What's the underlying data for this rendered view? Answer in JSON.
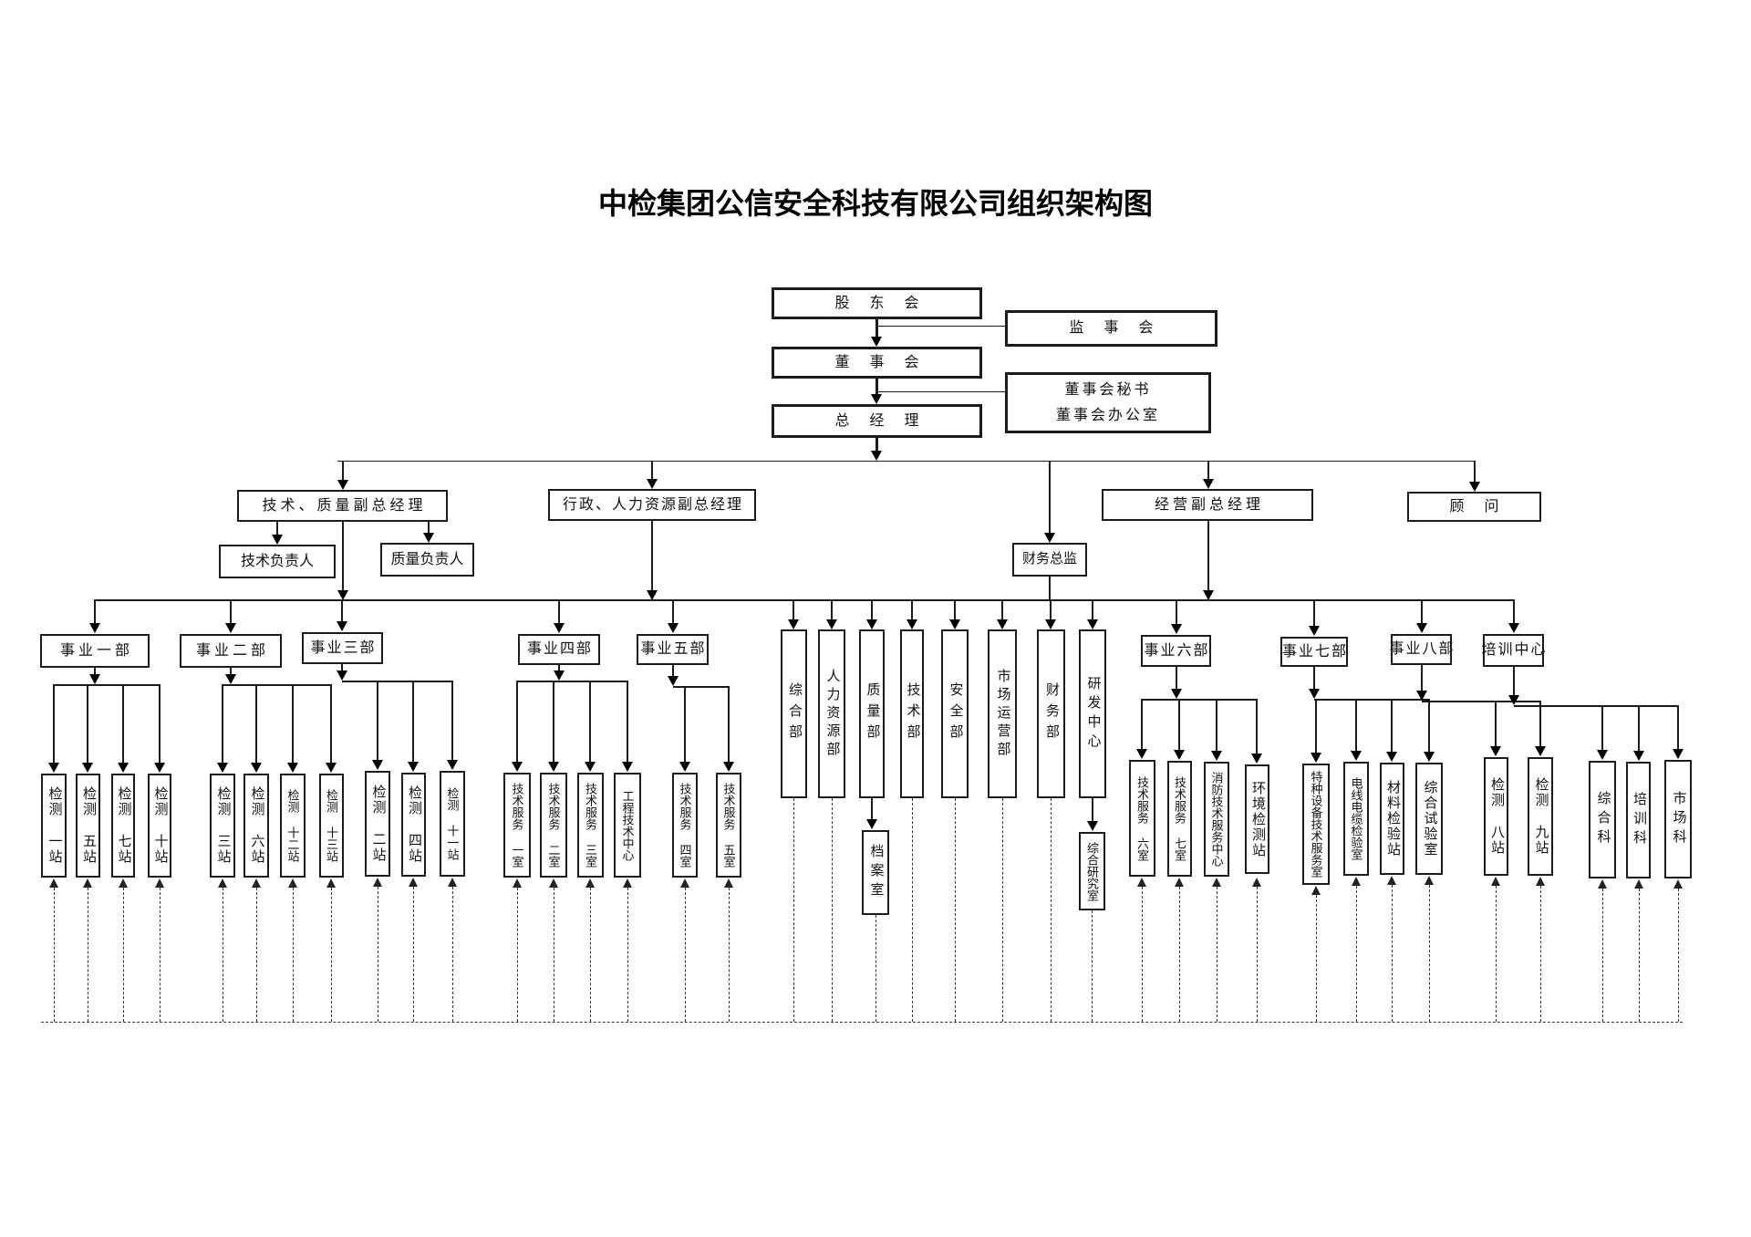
{
  "title": "中检集团公信安全科技有限公司组织架构图",
  "nodes": {
    "shareholders": "股 东 会",
    "supervisors": "监 事 会",
    "board": "董 事 会",
    "board_secretary": "董事会秘书",
    "board_office": "董事会办公室",
    "general_manager": "总 经 理",
    "vgm_tech_quality": "技术、质量副总经理",
    "vgm_admin_hr": "行政、人力资源副总经理",
    "vgm_operations": "经营副总经理",
    "consultant": "顾  问",
    "tech_leader": "技术负责人",
    "quality_leader": "质量负责人",
    "finance_director": "财务总监",
    "division1": "事业一部",
    "division2": "事业二部",
    "division3": "事业三部",
    "division4": "事业四部",
    "division5": "事业五部",
    "division6": "事业六部",
    "division7": "事业七部",
    "division8": "事业八部",
    "training_center": "培训中心",
    "general_dept": "综合部",
    "hr_dept": "人力资源部",
    "quality_dept": "质量部",
    "tech_dept": "技术部",
    "safety_dept": "安全部",
    "marketing_dept": "市场运营部",
    "finance_dept": "财务部",
    "rd_center": "研发中心",
    "station1": "检测 一站",
    "station5": "检测 五站",
    "station7": "检测 七站",
    "station10": "检测 十站",
    "station3": "检测 三站",
    "station6": "检测 六站",
    "station12": "检测 十二站",
    "station13": "检测 十三站",
    "station2": "检测 二站",
    "station4": "检测 四站",
    "station11": "检测 十一站",
    "tech_service1": "技术服务 一室",
    "tech_service2": "技术服务 二室",
    "tech_service3": "技术服务 三室",
    "eng_tech_center": "工程技术中心",
    "tech_service4": "技术服务 四室",
    "tech_service5": "技术服务 五室",
    "tech_service6": "技术服务 六室",
    "tech_service7": "技术服务 七室",
    "fire_tech_center": "消防技术服务中心",
    "env_station": "环境检测站",
    "special_equipment": "特种设备技术服务室",
    "cable_lab": "电线电缆检验室",
    "material_station": "材料检验站",
    "comprehensive_lab": "综合试验室",
    "archive_room": "档案室",
    "research_office": "综合研究室",
    "station8": "检测 八站",
    "station9": "检测 九站",
    "training_general": "综合科",
    "training_section": "培训科",
    "market_section": "市场科"
  }
}
